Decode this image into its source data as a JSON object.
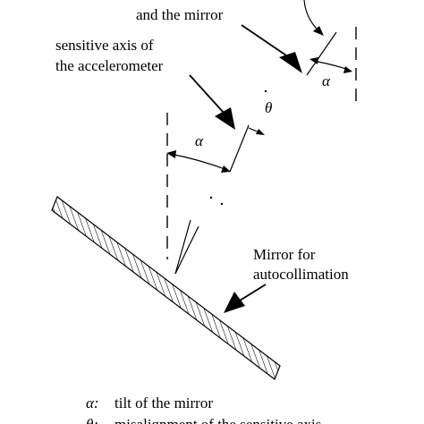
{
  "labels": {
    "top_partial": "and the mirror",
    "sensitive_axis_line1": "sensitive axis of",
    "sensitive_axis_line2": "the accelerometer",
    "theta": "θ",
    "alpha": "α",
    "mirror_line1": "Mirror for",
    "mirror_line2": "autocollimation"
  },
  "legend": {
    "alpha_symbol": "α:",
    "alpha_text": "tilt of the mirror",
    "theta_symbol": "θ:",
    "theta_text": "misalignment of the sensitive axis"
  }
}
